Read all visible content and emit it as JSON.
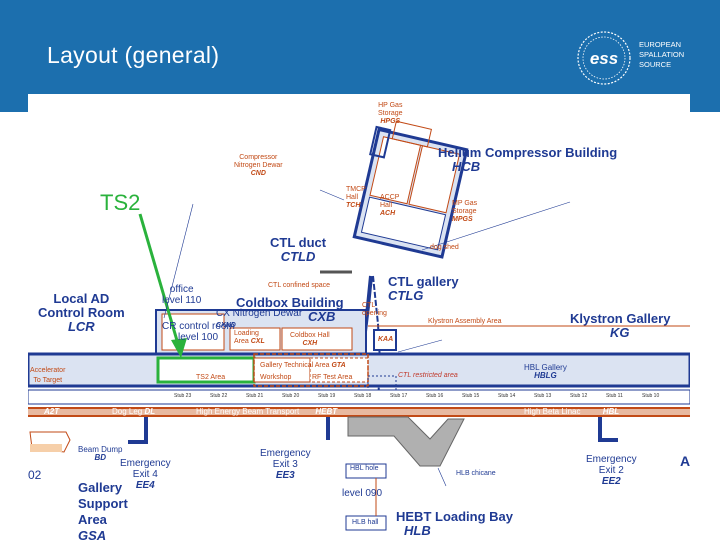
{
  "slide": {
    "title": "Layout (general)"
  },
  "logo": {
    "lines": [
      "EUROPEAN",
      "SPALLATION",
      "SOURCE"
    ],
    "mark": "ess"
  },
  "colors": {
    "header": "#1c6fae",
    "building": "#1f3a93",
    "fill": "#dbe3f2",
    "orange": "#c24a16",
    "green": "#2ab23c",
    "grey": "#b0b0b0"
  },
  "labels": {
    "hp_gas": [
      "HP Gas",
      "Storage",
      "HPGS"
    ],
    "hcb": [
      "Helium Compressor Building",
      "HCB"
    ],
    "compressor": [
      "Compressor",
      "Nitrogen Dewar",
      "CND"
    ],
    "ts2": "TS2",
    "tmcp": [
      "TMCP",
      "Hall",
      "TCH"
    ],
    "acch": [
      "ACCP",
      "Hall",
      "ACH"
    ],
    "mp_gas": [
      "MP Gas",
      "Storage",
      "MPGS"
    ],
    "dog_shed": "dog shed",
    "ctl_duct": [
      "CTL duct",
      "CTLD"
    ],
    "ctl_confined": "CTL confined space",
    "ctl_gallery": [
      "CTL gallery",
      "CTLG"
    ],
    "ctl_opening": [
      "CTL",
      "opening"
    ],
    "local_ad": [
      "Local AD",
      "Control Room",
      "LCR"
    ],
    "office": [
      "office",
      "level 110"
    ],
    "coldbox": [
      "Coldbox Building",
      "CXB"
    ],
    "cx_n2": [
      "CX Nitrogen Dewar",
      "CXND"
    ],
    "cr_room": "CR control room",
    "level100": "level 100",
    "klystron_assembly": "Klystron Assembly Area",
    "klystron_gallery": [
      "Klystron Gallery",
      "KG"
    ],
    "loading_area": [
      "Loading",
      "Area",
      "CXL"
    ],
    "coldbox_hall": [
      "Coldbox Hall",
      "CXH"
    ],
    "kaa": "KAA",
    "accelerator": [
      "Accelerator",
      "To Target"
    ],
    "gta": [
      "Gallery Technical Area",
      "GTA"
    ],
    "ts2_area": "TS2 Area",
    "workshop": "Workshop",
    "rf_test": "RF Test Area",
    "ctl_restricted": "CTL restricted area",
    "hbl_gallery": [
      "HBL Gallery",
      "HBLG"
    ],
    "a2t": "A2T",
    "dog_leg": [
      "Dog Leg",
      "DL"
    ],
    "hebt": [
      "High Energy Beam Transport",
      "HEBT"
    ],
    "hbl": [
      "High Beta Linac",
      "HBL"
    ],
    "beam_dump": [
      "Beam Dump",
      "BD"
    ],
    "ee4": [
      "Emergency",
      "Exit 4",
      "EE4"
    ],
    "ee3": [
      "Emergency",
      "Exit 3",
      "EE3"
    ],
    "hbl_hole": "HBL hole",
    "hbl_chicane": "HLB chicane",
    "ee2": [
      "Emergency",
      "Exit 2",
      "EE2"
    ],
    "level090": "level 090",
    "gsa": [
      "Gallery",
      "Support",
      "Area",
      "GSA"
    ],
    "hbl_hall": "HLB hall",
    "loading_bay": [
      "HEBT Loading Bay",
      "HLB"
    ],
    "edge_a": "A",
    "edge_02": "02",
    "stub_labels": [
      "Stub 23",
      "Stub 22",
      "Stub 21",
      "Stub 20",
      "Stub 19",
      "Stub 18",
      "Stub 17",
      "Stub 16",
      "Stub 15",
      "Stub 14",
      "Stub 13",
      "Stub 12",
      "Stub 11",
      "Stub 10"
    ]
  }
}
